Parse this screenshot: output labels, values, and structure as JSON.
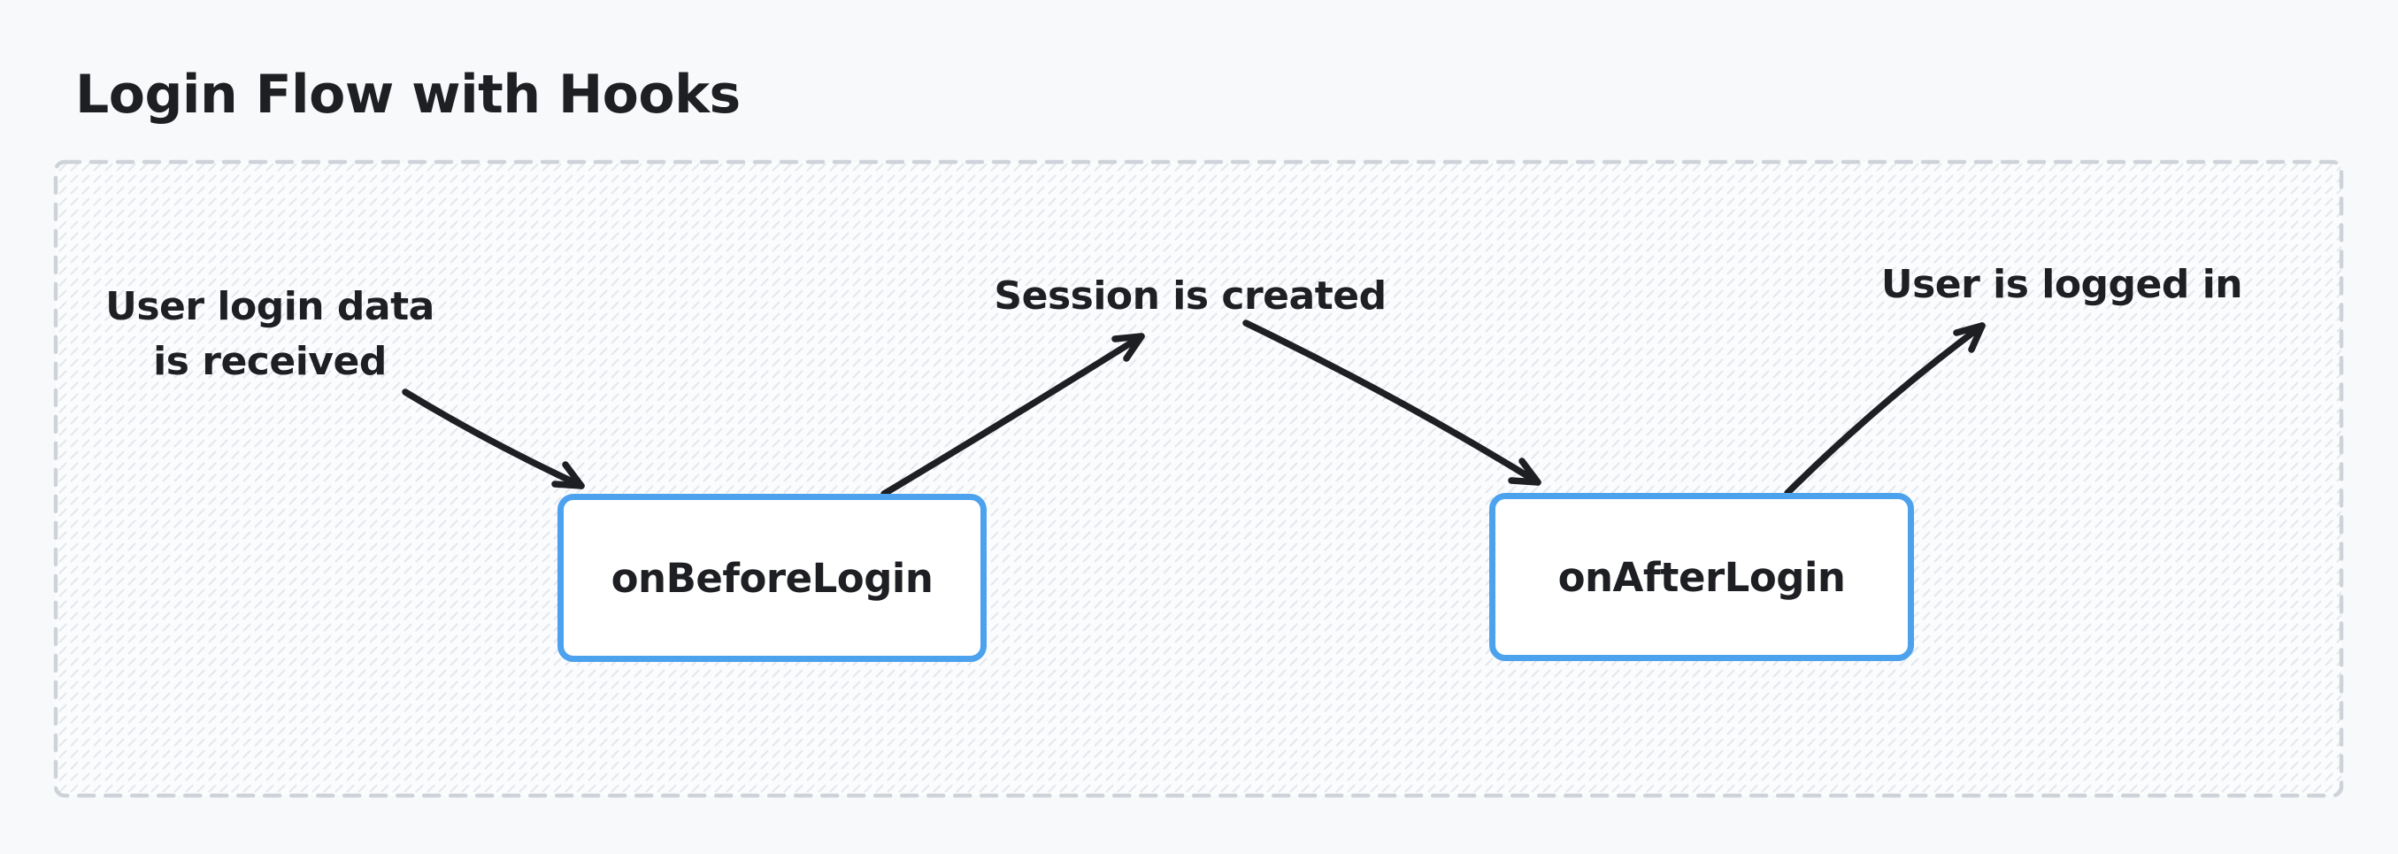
{
  "title": "Login Flow with Hooks",
  "diagram": {
    "nodes": {
      "before": {
        "label": "onBeforeLogin"
      },
      "after": {
        "label": "onAfterLogin"
      }
    },
    "annotations": {
      "user_login": {
        "line1": "User login data",
        "line2": "is received"
      },
      "session_created": {
        "text": "Session is created"
      },
      "user_logged_in": {
        "text": "User is logged in"
      }
    },
    "edges": [
      {
        "from": "User login data is received",
        "to": "onBeforeLogin"
      },
      {
        "from": "onBeforeLogin",
        "to": "Session is created"
      },
      {
        "from": "Session is created",
        "to": "onAfterLogin"
      },
      {
        "from": "onAfterLogin",
        "to": "User is logged in"
      }
    ],
    "colors": {
      "page_background": "#f8f9fa",
      "container_border": "#ced3da",
      "container_fill": "#fbfcfd",
      "hatch": "#e5e8ec",
      "node_border": "#4da2ee",
      "node_fill": "#ffffff",
      "arrow": "#1e1f23",
      "text": "#1e1f23"
    }
  }
}
